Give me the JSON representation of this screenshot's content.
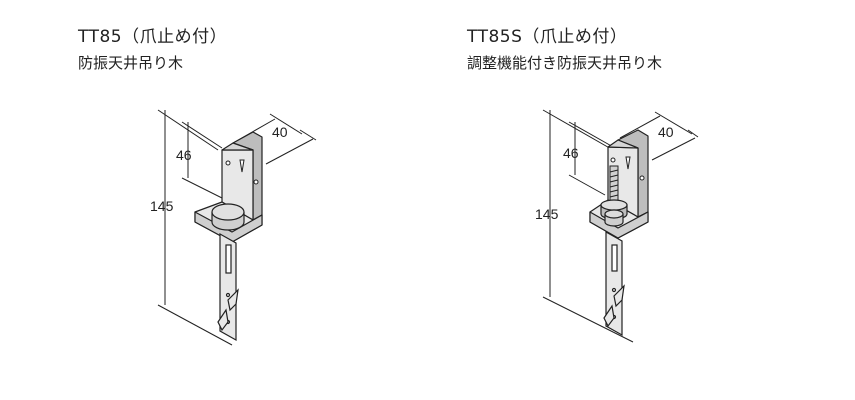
{
  "products": [
    {
      "model": "TT85（爪止め付）",
      "description": "防振天井吊り木",
      "dimensions": {
        "width": "40",
        "top_offset": "46",
        "height": "145"
      }
    },
    {
      "model": "TT85S（爪止め付）",
      "description": "調整機能付き防振天井吊り木",
      "dimensions": {
        "width": "40",
        "top_offset": "46",
        "height": "145"
      }
    }
  ],
  "colors": {
    "line": "#222222",
    "metal": "#e8e8e8",
    "metal_dark": "#bdbdbd",
    "rubber": "#cfcfcf"
  }
}
